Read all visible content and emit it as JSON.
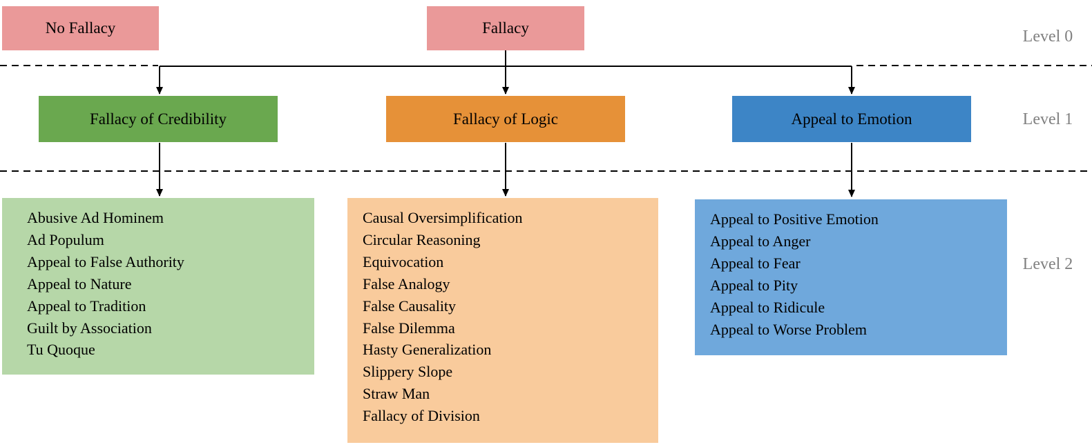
{
  "diagram": {
    "level_labels": [
      "Level 0",
      "Level 1",
      "Level 2"
    ],
    "colors": {
      "level0_box": "#ea9999",
      "credibility_box": "#6aa84f",
      "logic_box": "#e69138",
      "emotion_box": "#3d85c6",
      "credibility_children_box": "#b6d7a8",
      "logic_children_box": "#f9cb9c",
      "emotion_children_box": "#6fa8dc",
      "level_label_text": "#808080",
      "line": "#000000"
    },
    "level0": {
      "no_fallacy": "No Fallacy",
      "fallacy": "Fallacy"
    },
    "level1": {
      "credibility": "Fallacy of Credibility",
      "logic": "Fallacy of Logic",
      "emotion": "Appeal to Emotion"
    },
    "level2": {
      "credibility_children": [
        "Abusive Ad Hominem",
        "Ad Populum",
        "Appeal to False Authority",
        "Appeal to Nature",
        "Appeal to Tradition",
        "Guilt by Association",
        "Tu Quoque"
      ],
      "logic_children": [
        "Causal Oversimplification",
        "Circular Reasoning",
        "Equivocation",
        "False Analogy",
        "False Causality",
        "False Dilemma",
        "Hasty Generalization",
        "Slippery Slope",
        "Straw Man",
        "Fallacy of Division"
      ],
      "emotion_children": [
        "Appeal to Positive Emotion",
        "Appeal to Anger",
        "Appeal to Fear",
        "Appeal to Pity",
        "Appeal to Ridicule",
        "Appeal to Worse Problem"
      ]
    }
  }
}
